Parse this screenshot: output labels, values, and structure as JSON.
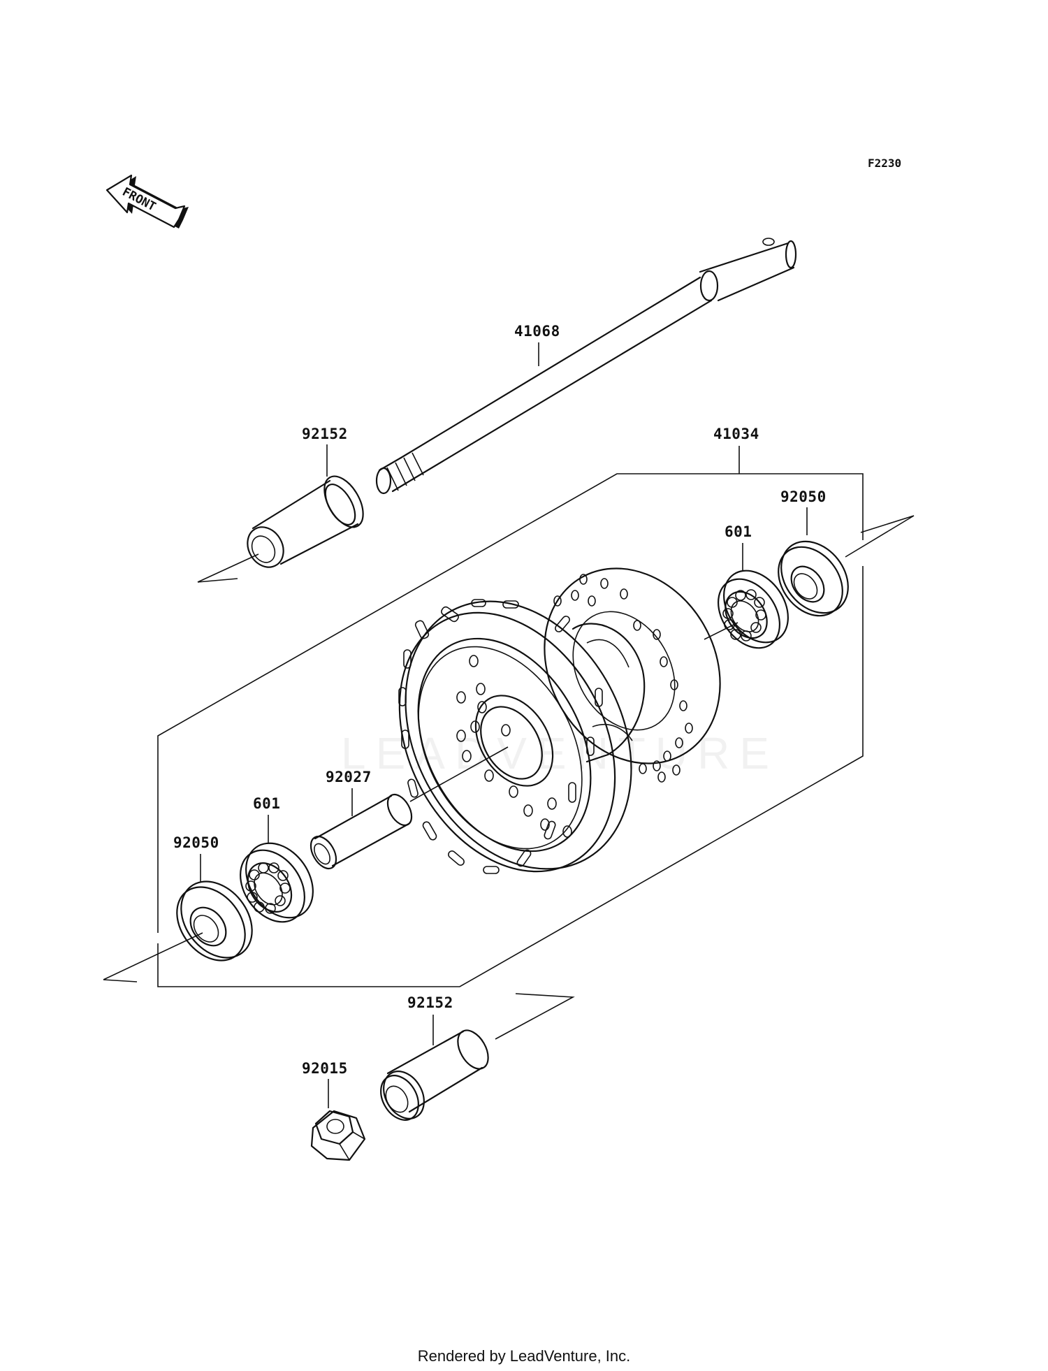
{
  "figure_code": "F2230",
  "front_arrow_text": "FRONT",
  "watermark_text": "LEADVENTURE",
  "footer_text": "Rendered by LeadVenture, Inc.",
  "parts": {
    "axle": "41068",
    "collar_top": "92152",
    "hub_assembly": "41034",
    "seal_right": "92050",
    "bearing_right": "601",
    "spacer": "92027",
    "bearing_left": "601",
    "seal_left": "92050",
    "collar_bottom": "92152",
    "nut": "92015"
  }
}
